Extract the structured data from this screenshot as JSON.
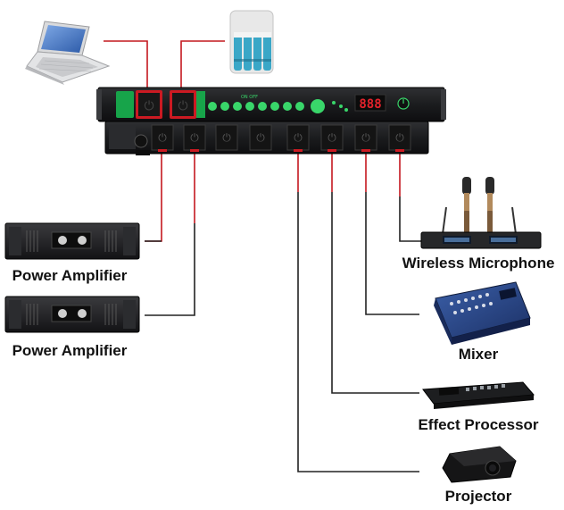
{
  "colors": {
    "cable_red": "#c4181f",
    "cable_black": "#222222",
    "rack_body": "#1c1d1f",
    "accent_green": "#17a44a",
    "led_green": "#39d66a",
    "display_red": "#e3222b",
    "outlet_red": "#cc1a22"
  },
  "top_unit": {
    "panel_text": "ON OFF",
    "display_value": "888"
  },
  "devices": {
    "laptop": {
      "icon": "laptop-icon"
    },
    "battery_charger": {
      "icon": "battery-charger-icon"
    }
  },
  "labels": {
    "power_amplifier_1": "Power Amplifier",
    "power_amplifier_2": "Power Amplifier",
    "wireless_microphone": "Wireless Microphone",
    "mixer": "Mixer",
    "effect_processor": "Effect Processor",
    "projector": "Projector"
  }
}
